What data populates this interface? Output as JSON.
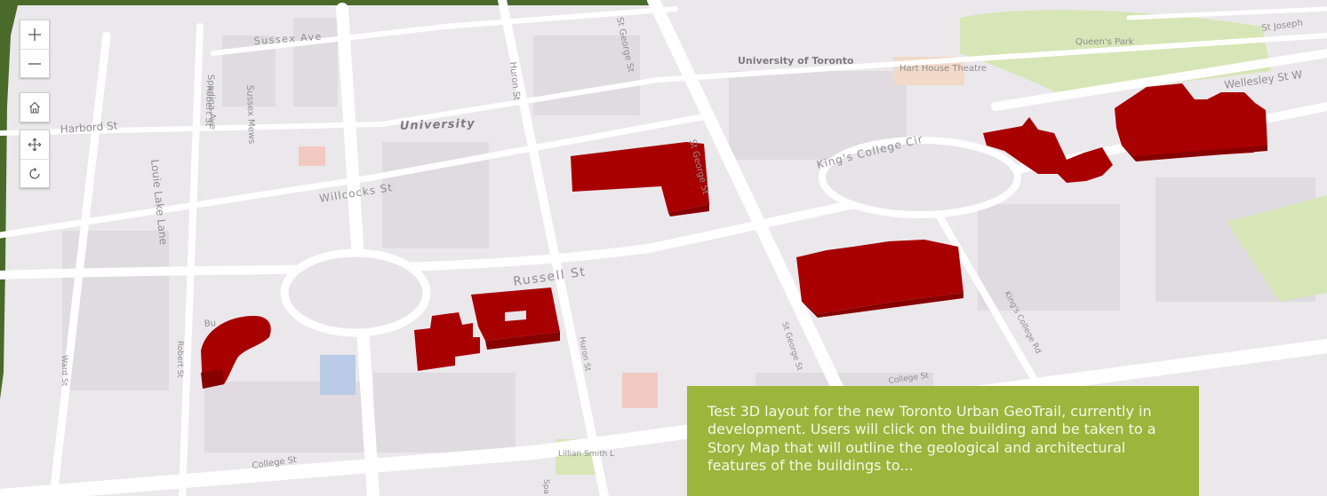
{
  "map": {
    "labels": {
      "sussex_ave": "Sussex Ave",
      "sussex_mews": "Sussex Mews",
      "spadina_ave": "Spadina Ave",
      "robert_st_north": "Robert St",
      "robert_st_south": "Robert St",
      "huron_st_north": "Huron St",
      "huron_st_south": "Huron St",
      "st_george_st_top": "St George St",
      "st_george_st_mid": "St George St",
      "st_george_st_low": "St George St",
      "university_of_toronto": "University of Toronto",
      "hart_house_theatre": "Hart House Theatre",
      "queens_park": "Queen's Park",
      "wellesley_st_w": "Wellesley St W",
      "st_joseph": "St Joseph",
      "university_area": "University",
      "harbord_st": "Harbord St",
      "willcocks_st": "Willcocks St",
      "louis_lake_lane": "Louie Lake Lane",
      "kings_college_circle": "King's College Cir",
      "kings_college_rd": "King's College Rd",
      "russell_st": "Russell St",
      "bulwer": "Bu",
      "college_st_west": "College St",
      "college_st_east": "College St",
      "lillian_smith": "Lillian Smith L",
      "spadina_bottom": "Spa",
      "ward_st": "Ward St"
    },
    "building_color": "#a80000",
    "park_color": "#d4e4b4"
  },
  "controls": {
    "zoom_in": "zoom-in",
    "zoom_out": "zoom-out",
    "home": "home",
    "pan": "pan",
    "rotate": "rotate"
  },
  "caption": {
    "text": "Test 3D layout for the new Toronto Urban GeoTrail, currently in development. Users will click on the building and be taken to a Story Map that will outline the geological and architectural features of the buildings to..."
  }
}
